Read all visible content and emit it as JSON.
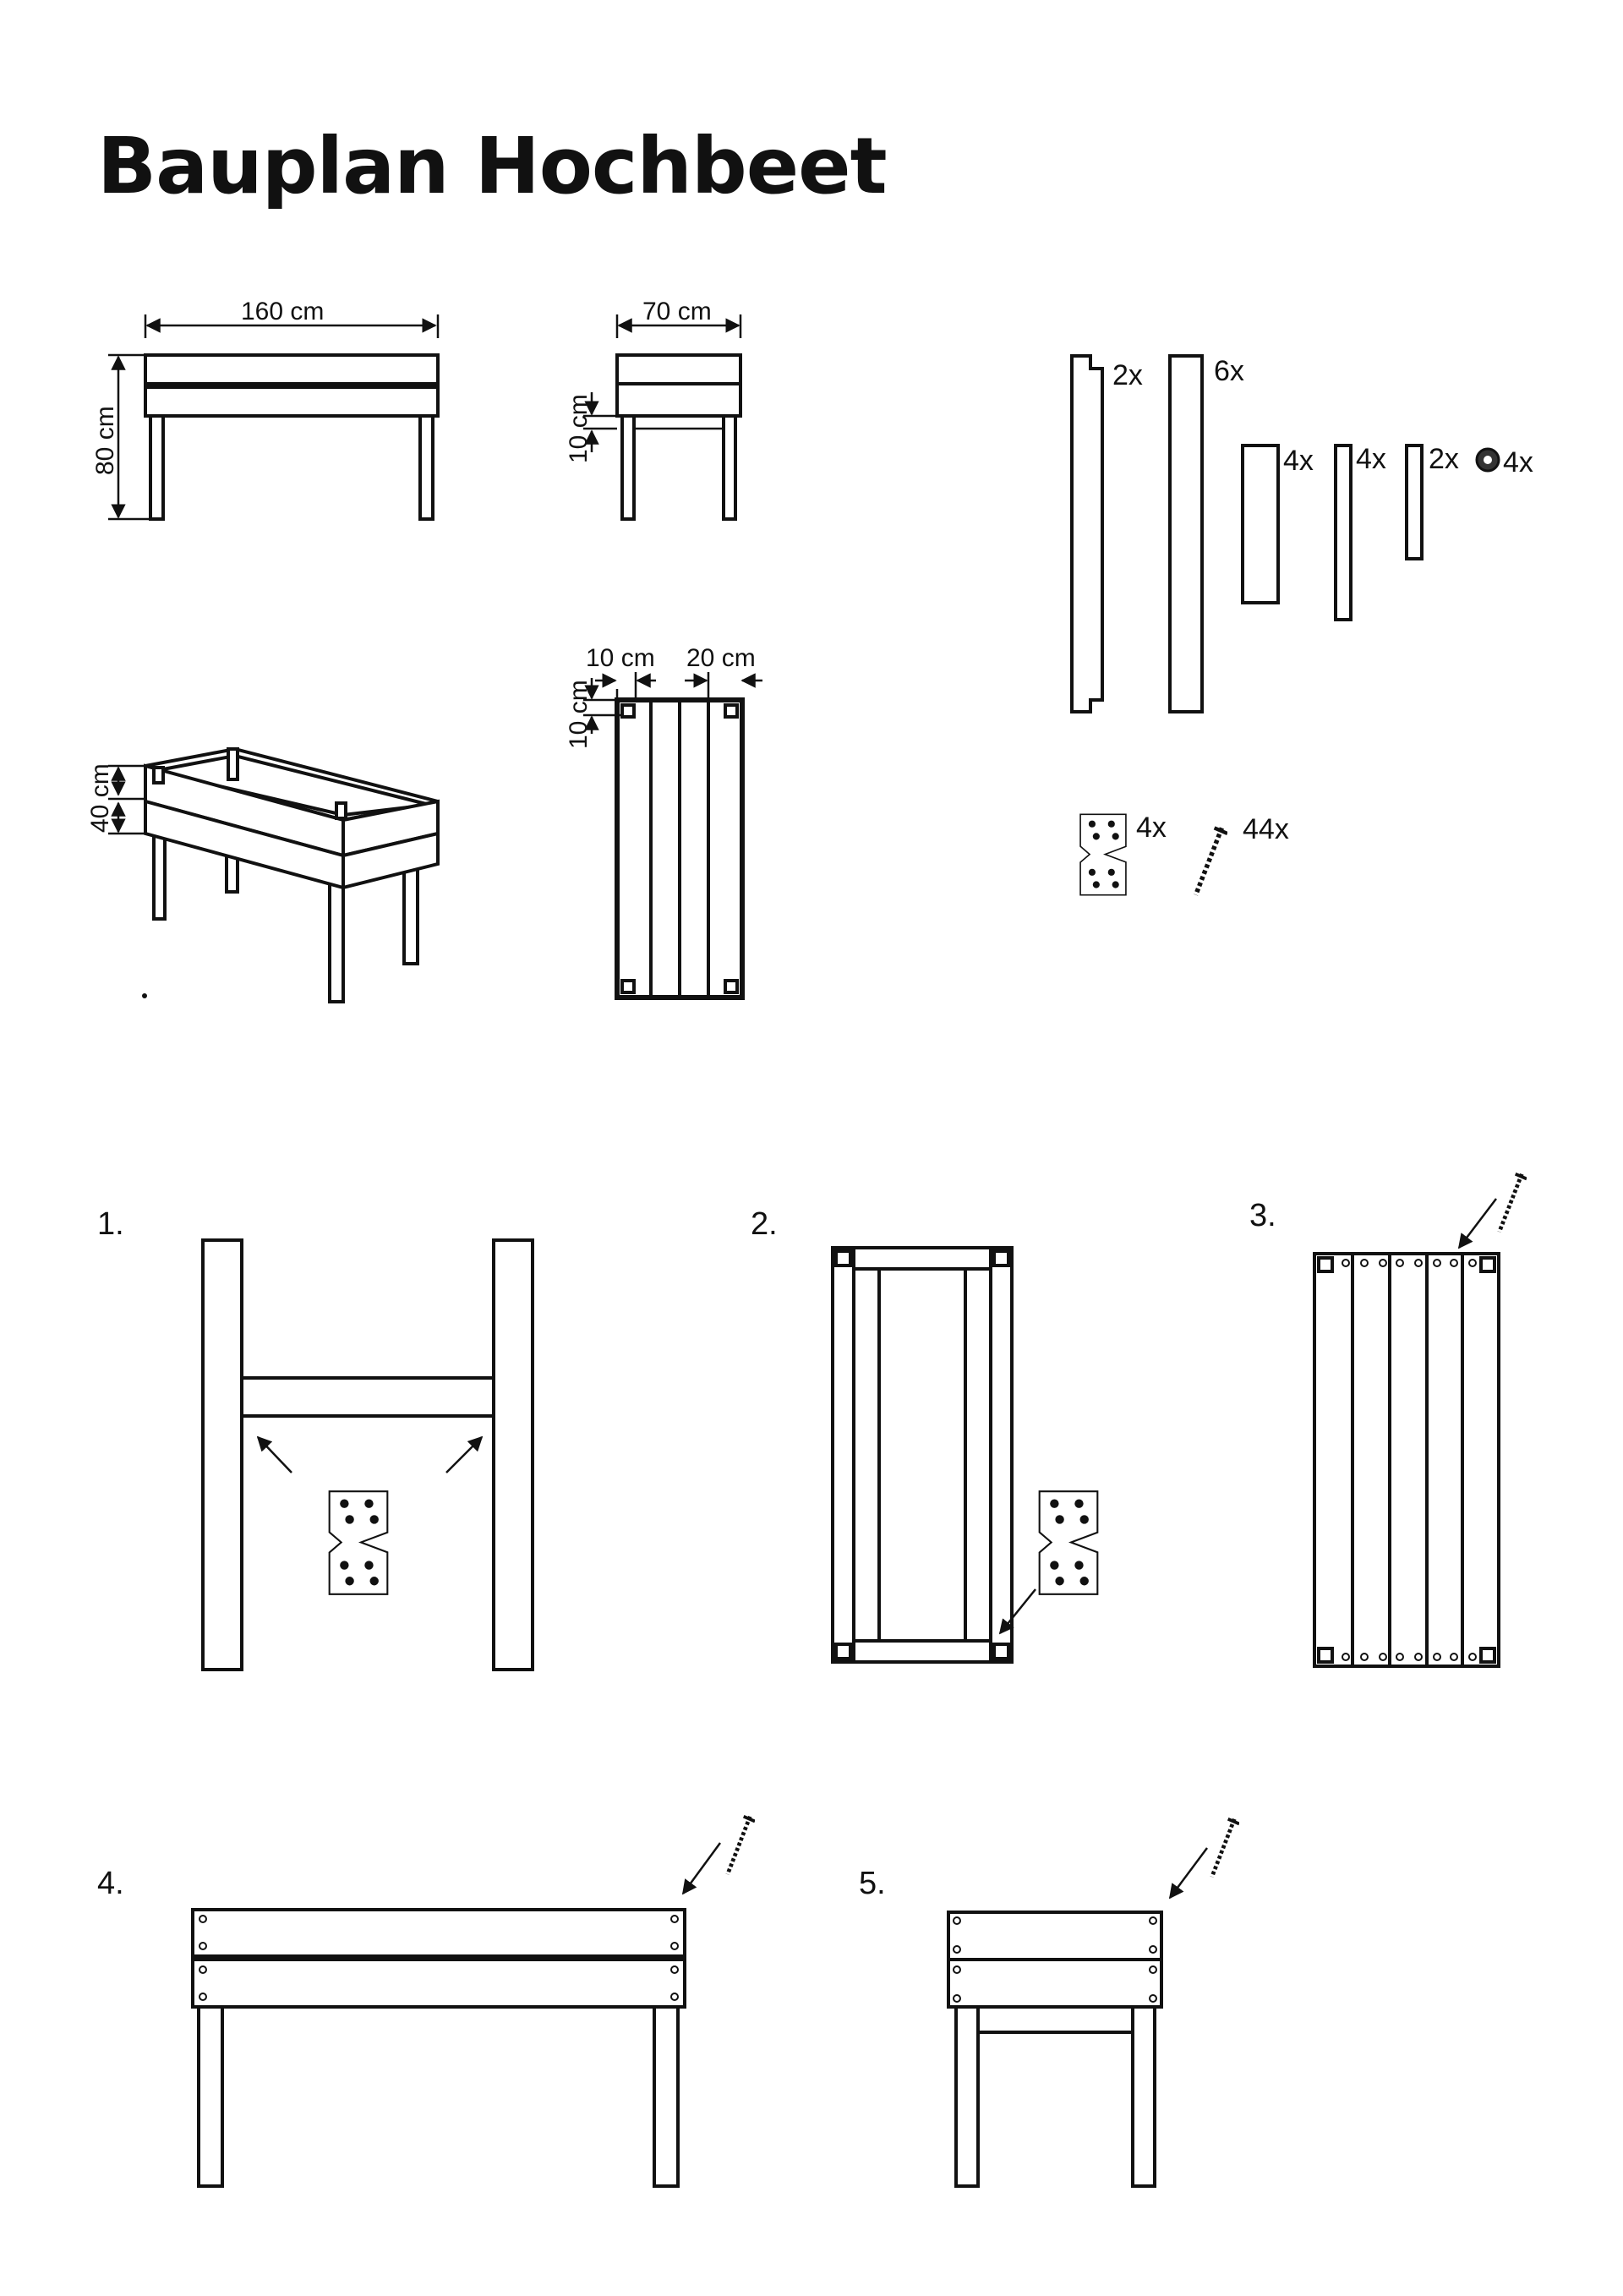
{
  "title": "Bauplan Hochbeet",
  "dimensions": {
    "width": "160 cm",
    "height": "80 cm",
    "depth": "70 cm",
    "crossbar_height": "10 cm",
    "box_height": "40 cm",
    "plan_offset_a": "10 cm",
    "plan_offset_b": "20 cm",
    "plan_offset_c": "10 cm"
  },
  "parts": [
    {
      "quantity": "2x"
    },
    {
      "quantity": "6x"
    },
    {
      "quantity": "4x"
    },
    {
      "quantity": "4x"
    },
    {
      "quantity": "2x"
    },
    {
      "quantity": "4x"
    }
  ],
  "hardware": [
    {
      "quantity": "4x"
    },
    {
      "quantity": "44x"
    }
  ],
  "steps": [
    "1.",
    "2.",
    "3.",
    "4.",
    "5."
  ],
  "icons": [
    "angle-bracket-icon",
    "screw-icon",
    "wheel-icon",
    "arrow-icon"
  ]
}
